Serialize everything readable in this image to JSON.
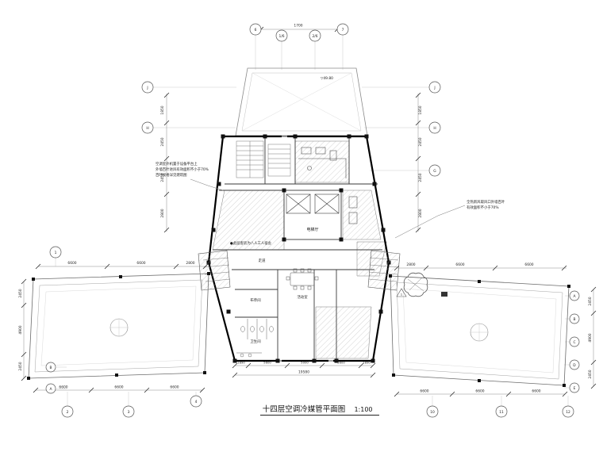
{
  "meta": {
    "title": "十四层空调冷媒管平面图",
    "scale": "1:100"
  },
  "levels": {
    "roof": "▽49.80"
  },
  "notes": {
    "left": [
      "空调室外机置于设备平台上",
      "外墙百叶进风有效面积不小于70%",
      "百叶规格详见建筑图"
    ],
    "right": [
      "全热新风取风口外墙百叶",
      "有效面积不小于70%"
    ]
  },
  "rooms": {
    "elevator_hall": "电梯厅",
    "corridor": "走道",
    "dorm_note": "●此层客房为八人工人宿舍",
    "linen": "布草间",
    "toilet": "卫生间",
    "activity": "活动室"
  },
  "grid": {
    "top": [
      "6",
      "1/6",
      "2/6",
      "7"
    ],
    "upper_left": [
      "J",
      "H"
    ],
    "upper_right": [
      "J",
      "H",
      "G"
    ],
    "left_chain": [
      "1"
    ],
    "left_edge": [
      "B",
      "A"
    ],
    "bottom_left": [
      "2",
      "3",
      "4"
    ],
    "bottom_right": [
      "10",
      "11",
      "12"
    ],
    "right_edge": [
      "A",
      "B",
      "C",
      "D",
      "E"
    ],
    "revision": "1"
  },
  "dims": {
    "top": [
      "1700"
    ],
    "upper_left_v": [
      "1850",
      "2450",
      "2450",
      "2800"
    ],
    "upper_right_v": [
      "1850",
      "2450",
      "2450",
      "2800"
    ],
    "left_wing_top": [
      "6600",
      "6600",
      "2800"
    ],
    "left_wing_bottom": [
      "6600",
      "6600",
      "6600"
    ],
    "left_edge_v": [
      "2450",
      "4900",
      "2450"
    ],
    "bottom_center": [
      "1890",
      "5600",
      "5000",
      "5600",
      "1890"
    ],
    "bottom_total": "19580",
    "right_wing_top": [
      "2800",
      "6600",
      "6600"
    ],
    "right_wing_bottom": [
      "6600",
      "6600",
      "6600"
    ],
    "right_edge_v": [
      "2450",
      "4900",
      "2450"
    ]
  }
}
